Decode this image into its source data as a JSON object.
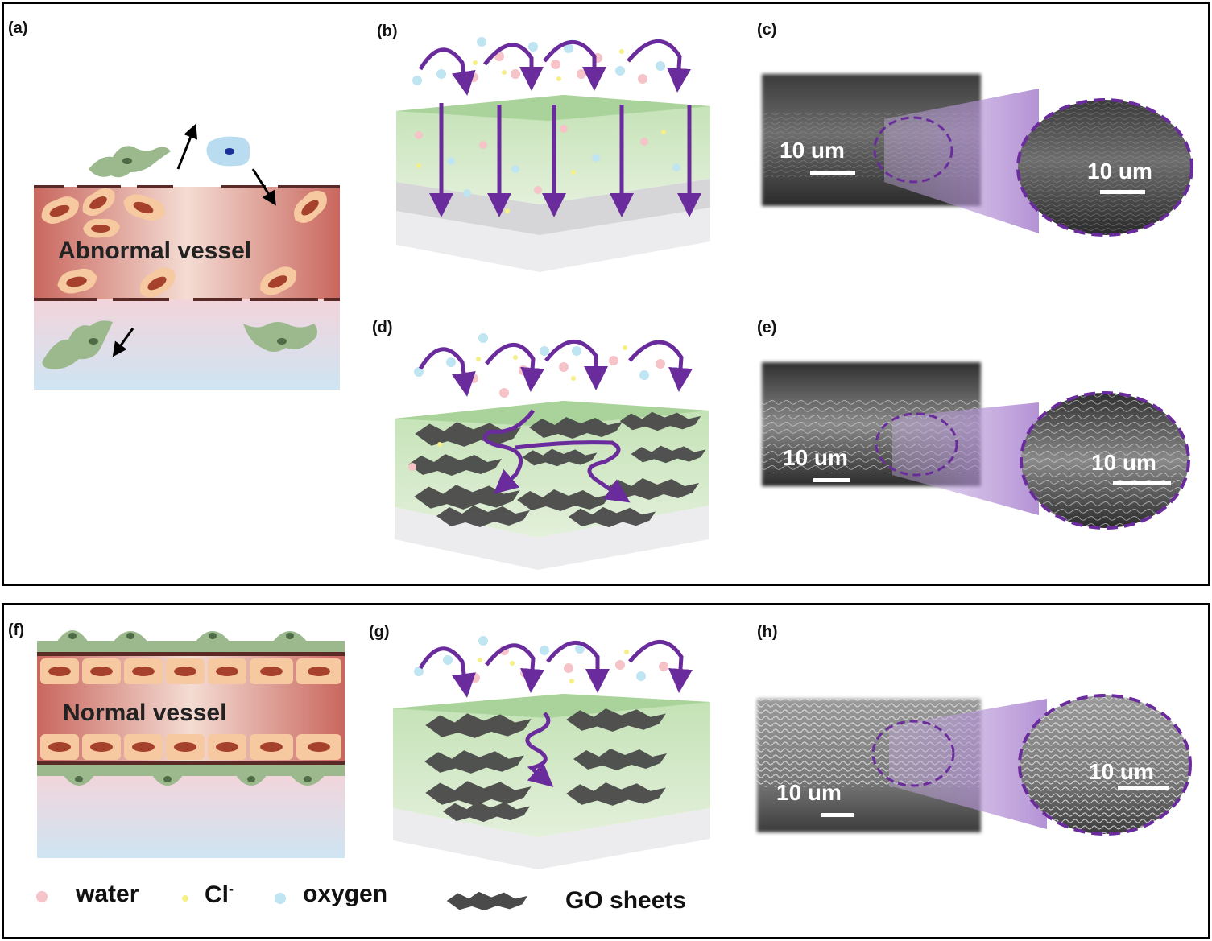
{
  "panels": {
    "a": "(a)",
    "b": "(b)",
    "c": "(c)",
    "d": "(d)",
    "e": "(e)",
    "f": "(f)",
    "g": "(g)",
    "h": "(h)"
  },
  "vessels": {
    "abnormal": "Abnormal vessel",
    "normal": "Normal vessel"
  },
  "scale_bar": "10 um",
  "legend": {
    "water": "water",
    "chloride": "Cl",
    "chloride_sup": "-",
    "oxygen": "oxygen",
    "go_sheets": "GO sheets"
  },
  "colors": {
    "frame": "#000000",
    "arrow_purple": "#6a2c9c",
    "membrane_green": "#cfe6c2",
    "vessel_red": "#c9675e",
    "cell_orange": "#f6c9a0",
    "nucleus": "#a5412c",
    "go_sheet": "#4a4a4a",
    "water": "#f5c3c8",
    "chloride": "#f6ef86",
    "oxygen": "#bfe4f2"
  }
}
